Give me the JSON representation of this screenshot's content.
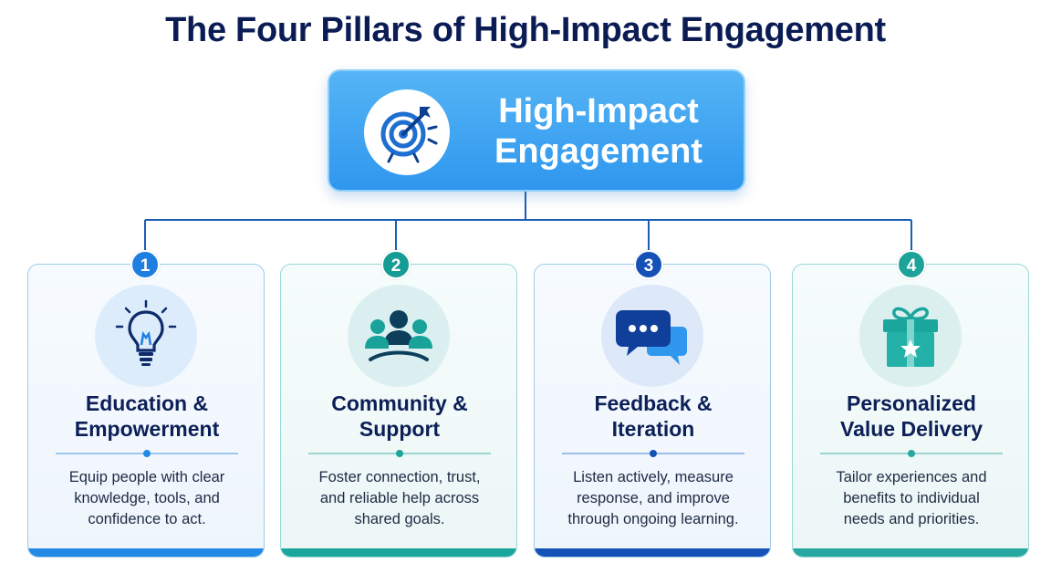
{
  "title": "The Four Pillars of High-Impact Engagement",
  "hub": {
    "label_line1": "High-Impact",
    "label_line2": "Engagement",
    "icon": "target-arrow-icon"
  },
  "pillars": [
    {
      "number": "1",
      "title_line1": "Education &",
      "title_line2": "Empowerment",
      "desc_line1": "Equip people with clear",
      "desc_line2": "knowledge, tools, and",
      "desc_line3": "confidence to act.",
      "icon": "lightbulb-icon",
      "color": "#2289e4"
    },
    {
      "number": "2",
      "title_line1": "Community &",
      "title_line2": "Support",
      "desc_line1": "Foster connection, trust,",
      "desc_line2": "and reliable help across",
      "desc_line3": "shared goals.",
      "icon": "people-group-icon",
      "color": "#1aa59d"
    },
    {
      "number": "3",
      "title_line1": "Feedback &",
      "title_line2": "Iteration",
      "desc_line1": "Listen actively, measure",
      "desc_line2": "response, and improve",
      "desc_line3": "through ongoing learning.",
      "icon": "chat-bubbles-icon",
      "color": "#1452b8"
    },
    {
      "number": "4",
      "title_line1": "Personalized",
      "title_line2": "Value Delivery",
      "desc_line1": "Tailor experiences and",
      "desc_line2": "benefits to individual",
      "desc_line3": "needs and priorities.",
      "icon": "gift-box-icon",
      "color": "#26a8a0"
    }
  ]
}
